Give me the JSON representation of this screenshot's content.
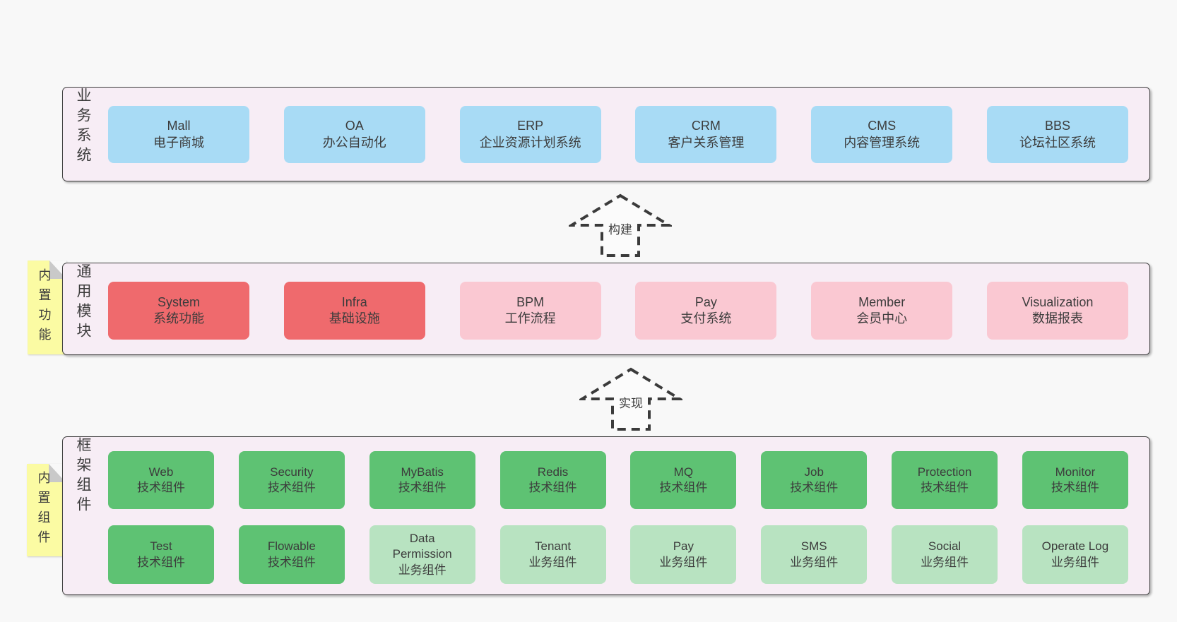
{
  "colors": {
    "page_bg": "#f8f8f8",
    "band_bg": "#f7edf5",
    "band_border": "#3f3f3f",
    "sticky_yellow": "#fbfba3",
    "fold_grey": "#c9c9c9",
    "text": "#3c3c3c",
    "blue": "#a8dbf5",
    "red": "#ef6a6d",
    "pink": "#fac8d2",
    "green": "#5ec273",
    "green_light": "#b8e3c1"
  },
  "arrows": [
    {
      "label": "构建"
    },
    {
      "label": "实现"
    }
  ],
  "bands": [
    {
      "label": "业务系统",
      "boxes": [
        {
          "en": "Mall",
          "zh": "电子商城",
          "color": "blue"
        },
        {
          "en": "OA",
          "zh": "办公自动化",
          "color": "blue"
        },
        {
          "en": "ERP",
          "zh": "企业资源计划系统",
          "color": "blue"
        },
        {
          "en": "CRM",
          "zh": "客户关系管理",
          "color": "blue"
        },
        {
          "en": "CMS",
          "zh": "内容管理系统",
          "color": "blue"
        },
        {
          "en": "BBS",
          "zh": "论坛社区系统",
          "color": "blue"
        }
      ]
    },
    {
      "label": "通用模块",
      "sticky": "内置功能",
      "boxes": [
        {
          "en": "System",
          "zh": "系统功能",
          "color": "red"
        },
        {
          "en": "Infra",
          "zh": "基础设施",
          "color": "red"
        },
        {
          "en": "BPM",
          "zh": "工作流程",
          "color": "pink"
        },
        {
          "en": "Pay",
          "zh": "支付系统",
          "color": "pink"
        },
        {
          "en": "Member",
          "zh": "会员中心",
          "color": "pink"
        },
        {
          "en": "Visualization",
          "zh": "数据报表",
          "color": "pink"
        }
      ]
    },
    {
      "label": "框架组件",
      "sticky": "内置组件",
      "rows": [
        [
          {
            "en": "Web",
            "zh": "技术组件",
            "color": "green"
          },
          {
            "en": "Security",
            "zh": "技术组件",
            "color": "green"
          },
          {
            "en": "MyBatis",
            "zh": "技术组件",
            "color": "green"
          },
          {
            "en": "Redis",
            "zh": "技术组件",
            "color": "green"
          },
          {
            "en": "MQ",
            "zh": "技术组件",
            "color": "green"
          },
          {
            "en": "Job",
            "zh": "技术组件",
            "color": "green"
          },
          {
            "en": "Protection",
            "zh": "技术组件",
            "color": "green"
          },
          {
            "en": "Monitor",
            "zh": "技术组件",
            "color": "green"
          }
        ],
        [
          {
            "en": "Test",
            "zh": "技术组件",
            "color": "green"
          },
          {
            "en": "Flowable",
            "zh": "技术组件",
            "color": "green"
          },
          {
            "en": "Data Permission",
            "zh": "业务组件",
            "color": "green_light"
          },
          {
            "en": "Tenant",
            "zh": "业务组件",
            "color": "green_light"
          },
          {
            "en": "Pay",
            "zh": "业务组件",
            "color": "green_light"
          },
          {
            "en": "SMS",
            "zh": "业务组件",
            "color": "green_light"
          },
          {
            "en": "Social",
            "zh": "业务组件",
            "color": "green_light"
          },
          {
            "en": "Operate Log",
            "zh": "业务组件",
            "color": "green_light"
          }
        ]
      ]
    }
  ]
}
